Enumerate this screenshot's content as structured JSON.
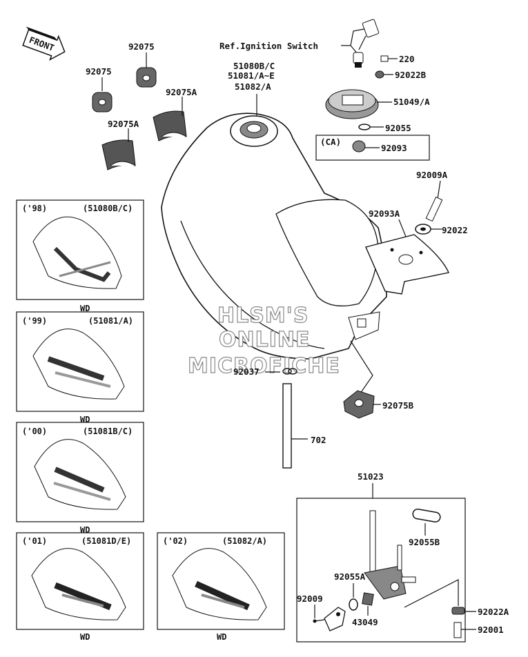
{
  "front_arrow": "FRONT",
  "ref_note": "Ref.Ignition Switch",
  "tank_parts": [
    "51080B/C",
    "51081/A~E",
    "51082/A"
  ],
  "parts": {
    "p92075_a": "92075",
    "p92075_b": "92075",
    "p92075A_a": "92075A",
    "p92075A_b": "92075A",
    "p220": "220",
    "p92022B": "92022B",
    "p51049A": "51049/A",
    "p92055": "92055",
    "ca": "(CA)",
    "p92093": "92093",
    "p92009A": "92009A",
    "p92093A": "92093A",
    "p92022": "92022",
    "p92037": "92037",
    "p92075B": "92075B",
    "p702": "702",
    "p51023": "51023",
    "p92055B": "92055B",
    "p92055A": "92055A",
    "p92009": "92009",
    "p43049": "43049",
    "p92022A": "92022A",
    "p92001": "92001"
  },
  "variants": [
    {
      "year": "('98)",
      "part": "(51080B/C)",
      "note": "WD"
    },
    {
      "year": "('99)",
      "part": "(51081/A)",
      "note": "WD"
    },
    {
      "year": "('00)",
      "part": "(51081B/C)",
      "note": "WD"
    },
    {
      "year": "('01)",
      "part": "(51081D/E)",
      "note": "WD"
    },
    {
      "year": "('02)",
      "part": "(51082/A)",
      "note": "WD"
    }
  ],
  "watermark": [
    "HLSM'S",
    "ONLINE",
    "MICROFICHE"
  ]
}
